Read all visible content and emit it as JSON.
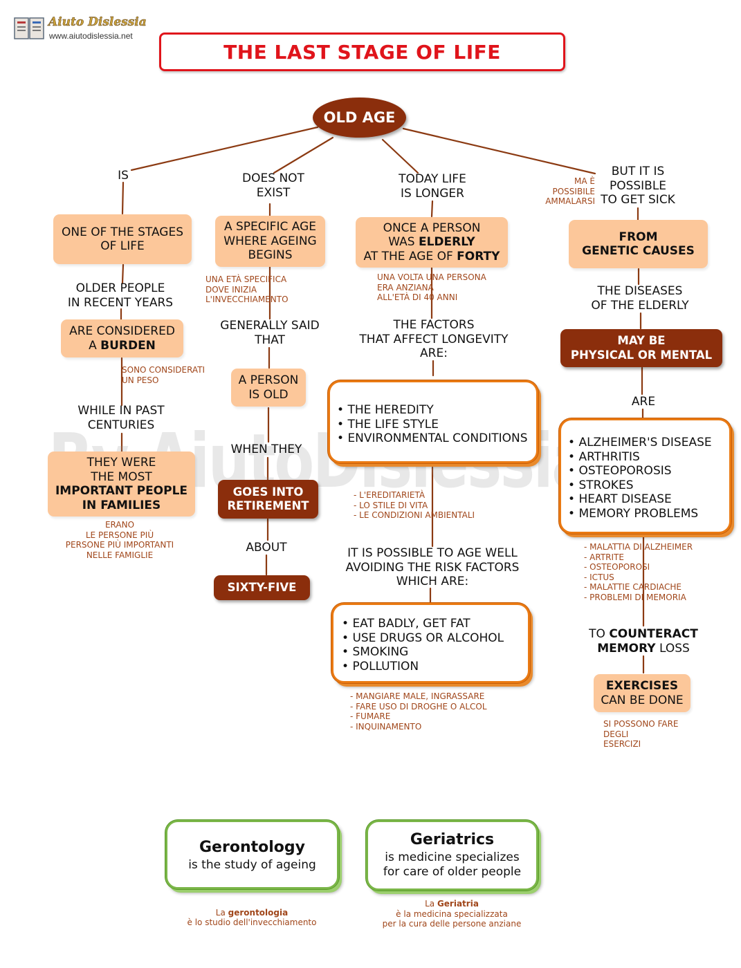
{
  "logo": {
    "name": "Aiuto Dislessia",
    "url": "www.aiutodislessia.net"
  },
  "title": "THE LAST STAGE OF LIFE",
  "root": "OLD AGE",
  "watermark": "By AiutoDislessia.net",
  "col1": {
    "link": "IS",
    "box1": "ONE OF THE STAGES\nOF LIFE",
    "link2": "OLDER PEOPLE\nIN RECENT YEARS",
    "box2_pre": "ARE CONSIDERED\nA ",
    "box2_bold": "BURDEN",
    "note1": "SONO CONSIDERATI\nUN PESO",
    "link3": "WHILE IN PAST\nCENTURIES",
    "box3_pre": "THEY WERE\nTHE MOST\n",
    "box3_bold": "IMPORTANT PEOPLE\nIN FAMILIES",
    "note2": "ERANO\nLE PERSONE PIÙ\nPERSONE PIÙ IMPORTANTI\nNELLE FAMIGLIE"
  },
  "col2": {
    "link": "DOES NOT\nEXIST",
    "box1": "A SPECIFIC AGE\nWHERE AGEING\nBEGINS",
    "note1": "UNA ETÀ SPECIFICA\nDOVE INIZIA\nL'INVECCHIAMENTO",
    "link2": "GENERALLY SAID\nTHAT",
    "box2": "A PERSON\nIS OLD",
    "link3": "WHEN THEY",
    "box3": "GOES INTO\nRETIREMENT",
    "link4": "ABOUT",
    "box4": "SIXTY-FIVE"
  },
  "col3": {
    "link": "TODAY LIFE\nIS LONGER",
    "box1_a": "ONCE A PERSON\nWAS ",
    "box1_b": "ELDERLY",
    "box1_c": "\nAT THE AGE OF ",
    "box1_d": "FORTY",
    "note1": "UNA VOLTA UNA PERSONA\nERA ANZIANA\nALL'ETÀ DI 40 ANNI",
    "link2": "THE FACTORS\nTHAT AFFECT LONGEVITY\nARE:",
    "factors": [
      "THE HEREDITY",
      "THE LIFE STYLE",
      "ENVIRONMENTAL CONDITIONS"
    ],
    "note2": "- L'EREDITARIETÀ\n- LO STILE DI VITA\n- LE CONDIZIONI AMBIENTALI",
    "link3": "IT IS POSSIBLE TO AGE WELL\nAVOIDING THE RISK FACTORS\nWHICH ARE:",
    "risks": [
      "EAT BADLY, GET FAT",
      "USE DRUGS OR ALCOHOL",
      "SMOKING",
      "POLLUTION"
    ],
    "note3": "- MANGIARE MALE, INGRASSARE\n- FARE USO DI DROGHE O ALCOL\n- FUMARE\n- INQUINAMENTO"
  },
  "col4": {
    "note0": "MA È\nPOSSIBILE\nAMMALARSI",
    "link": "BUT IT IS\nPOSSIBLE\nTO GET SICK",
    "box1": "FROM\nGENETIC CAUSES",
    "link2": "THE DISEASES\nOF THE ELDERLY",
    "box2": "MAY BE\nPHYSICAL OR MENTAL",
    "link3": "ARE",
    "diseases": [
      "ALZHEIMER'S DISEASE",
      "ARTHRITIS",
      "OSTEOPOROSIS",
      "STROKES",
      "HEART DISEASE",
      "MEMORY PROBLEMS"
    ],
    "note1": "- MALATTIA DI ALZHEIMER\n- ARTRITE\n- OSTEOPOROSI\n- ICTUS\n- MALATTIE CARDIACHE\n- PROBLEMI DI MEMORIA",
    "link4_a": "TO ",
    "link4_b": "COUNTERACT",
    "link4_c": "MEMORY",
    "link4_d": " LOSS",
    "box3_b": "EXERCISES",
    "box3_r": "CAN BE DONE",
    "note2": "SI POSSONO FARE\nDEGLI\nESERCIZI"
  },
  "defs": [
    {
      "term": "Gerontology",
      "text": "is the study of ageing",
      "note_pre": "La ",
      "note_term": "gerontologia",
      "note_rest": "è lo studio dell'invecchiamento"
    },
    {
      "term": "Geriatrics",
      "text": "is medicine specializes\nfor care of older people",
      "note_pre": "La ",
      "note_term": "Geriatria",
      "note_rest": "è la medicina specializzata\nper la cura delle persone anziane"
    }
  ],
  "colors": {
    "brown": "#8b2e0c",
    "peach": "#fcc79a",
    "orange": "#ea7a13",
    "green": "#7ab648",
    "red": "#e0141b",
    "note": "#a0461a"
  }
}
